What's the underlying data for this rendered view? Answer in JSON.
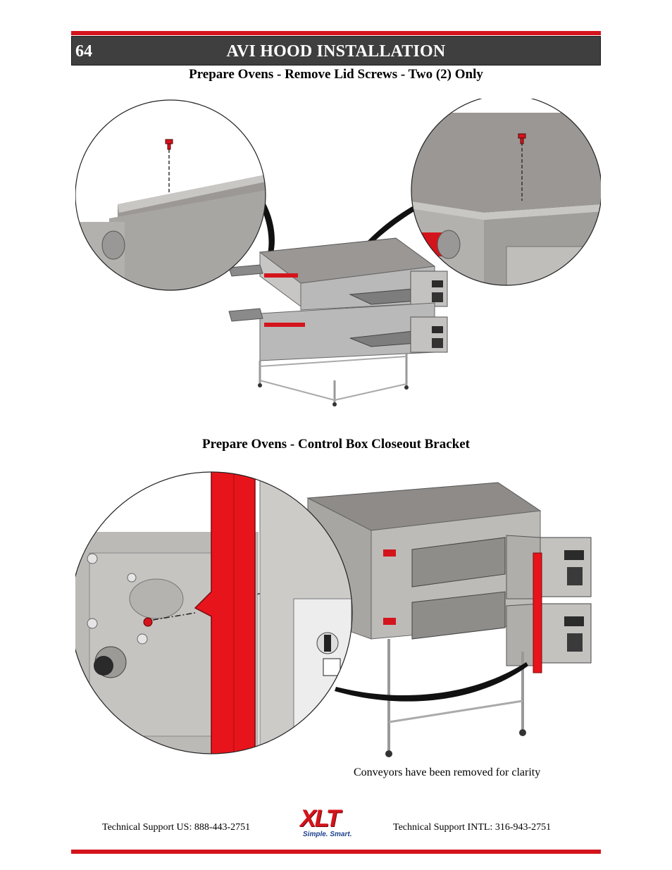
{
  "header": {
    "page_number": "64",
    "title": "AVI HOOD INSTALLATION"
  },
  "sections": [
    {
      "heading": "Prepare Ovens - Remove Lid Screws - Two (2) Only"
    },
    {
      "heading": "Prepare Ovens - Control Box Closeout Bracket",
      "caption": "Conveyors have been removed for clarity"
    }
  ],
  "footer": {
    "support_us": "Technical Support  US:  888-443-2751",
    "support_intl": "Technical Support  INTL:  316-943-2751",
    "logo_text": "XLT",
    "logo_tagline": "Simple. Smart."
  },
  "colors": {
    "accent_red": "#d4141c",
    "header_bg": "#3f3f3f",
    "oven_gray": "#b9b9b9"
  }
}
